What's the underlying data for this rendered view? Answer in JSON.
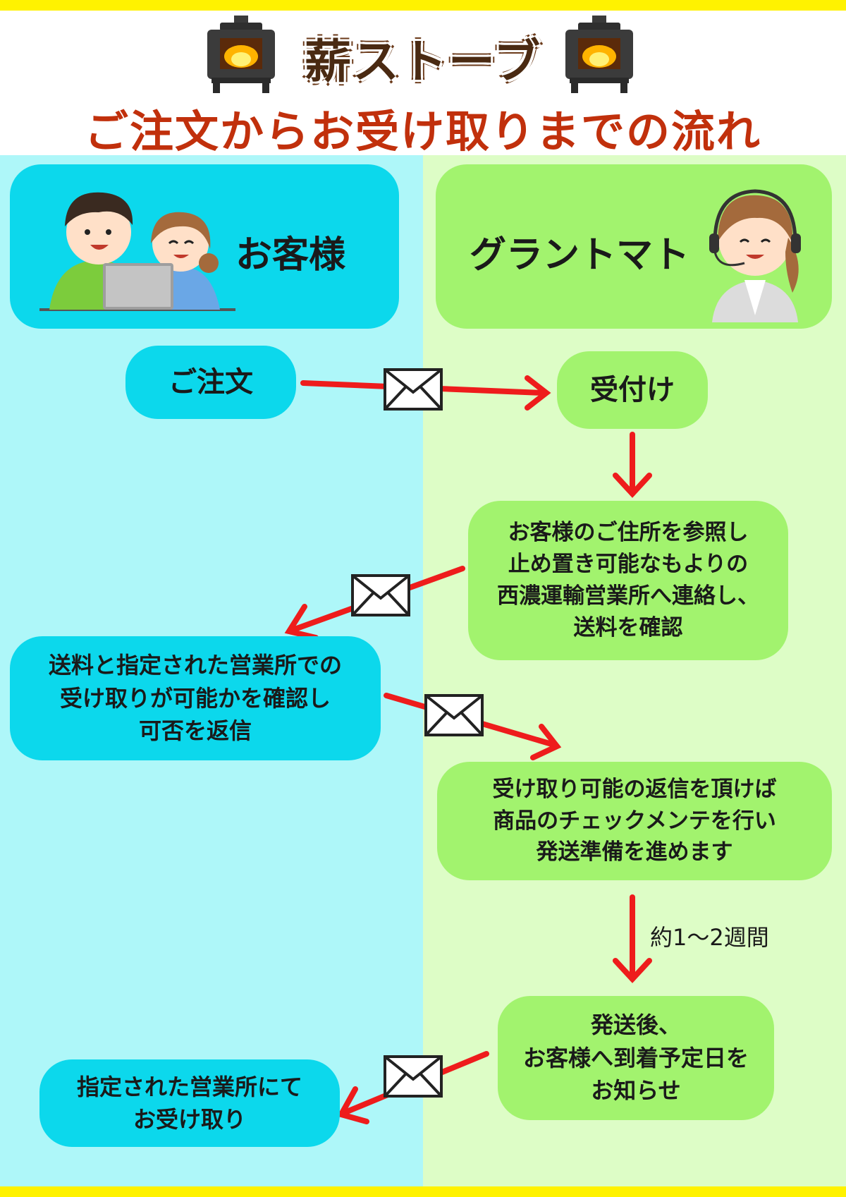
{
  "header": {
    "title_line1": "薪ストーブ",
    "title_line2": "ご注文からお受け取りまでの流れ"
  },
  "columns": {
    "customer": {
      "label": "お客様"
    },
    "company": {
      "label": "グラントマト"
    }
  },
  "steps": {
    "order": "ご注文",
    "receive": "受付け",
    "check_office": "お客様のご住所を参照し\n止め置き可能なもよりの\n西濃運輸営業所へ連絡し、\n送料を確認",
    "customer_confirm": "送料と指定された営業所での\n受け取りが可能かを確認し\n可否を返信",
    "prepare": "受け取り可能の返信を頂けば\n商品のチェックメンテを行い\n発送準備を進めます",
    "notify": "発送後、\nお客様へ到着予定日を\nお知らせ",
    "pickup": "指定された営業所にて\nお受け取り"
  },
  "duration_note": "約1～2週間",
  "colors": {
    "band": "#fff200",
    "customer_bg": "#aef7f9",
    "company_bg": "#ddfdc6",
    "customer_box": "#0cd8ec",
    "company_box": "#a2f36e",
    "arrow": "#ee1c1c",
    "title_main": "#c1300c"
  },
  "icons": [
    "wood-stove-icon",
    "envelope-icon",
    "customers-illustration",
    "operator-illustration"
  ]
}
